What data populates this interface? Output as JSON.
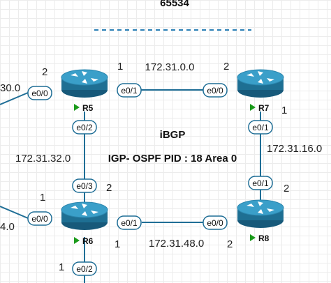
{
  "header": {
    "as_number": "65534"
  },
  "info": {
    "protocol": "iBGP",
    "igp": "IGP- OSPF PID : 18 Area 0"
  },
  "colors": {
    "link": "#1f6e96",
    "router_body": "#1e6f93",
    "router_top": "#3a9fc9",
    "status": "#1a9a1a",
    "divider": "#2a7fb5"
  },
  "routers": {
    "r5": {
      "label": "R5"
    },
    "r6": {
      "label": "R6"
    },
    "r7": {
      "label": "R7"
    },
    "r8": {
      "label": "R8"
    }
  },
  "ports": {
    "r5_left": "e0/0",
    "r5_right": "e0/1",
    "r5_down": "e0/2",
    "r6_up": "e0/3",
    "r6_left": "e0/0",
    "r6_right": "e0/1",
    "r6_down": "e0/2",
    "r7_left": "e0/0",
    "r7_down": "e0/1",
    "r8_up": "e0/1",
    "r8_left": "e0/0"
  },
  "networks": {
    "r5_r7": "172.31.0.0",
    "r5_r6": "172.31.32.0",
    "r7_r8": "172.31.16.0",
    "r6_r8": "172.31.48.0",
    "r5_west": "30.0",
    "r6_west": "4.0"
  },
  "host_ids": {
    "r5_west": "2",
    "r5_east": "1",
    "r7_west": "2",
    "r7_south": "1",
    "r6_north": "2",
    "r6_west": "1",
    "r6_east": "1",
    "r6_south": "1",
    "r8_north": "2",
    "r8_west": "2"
  }
}
